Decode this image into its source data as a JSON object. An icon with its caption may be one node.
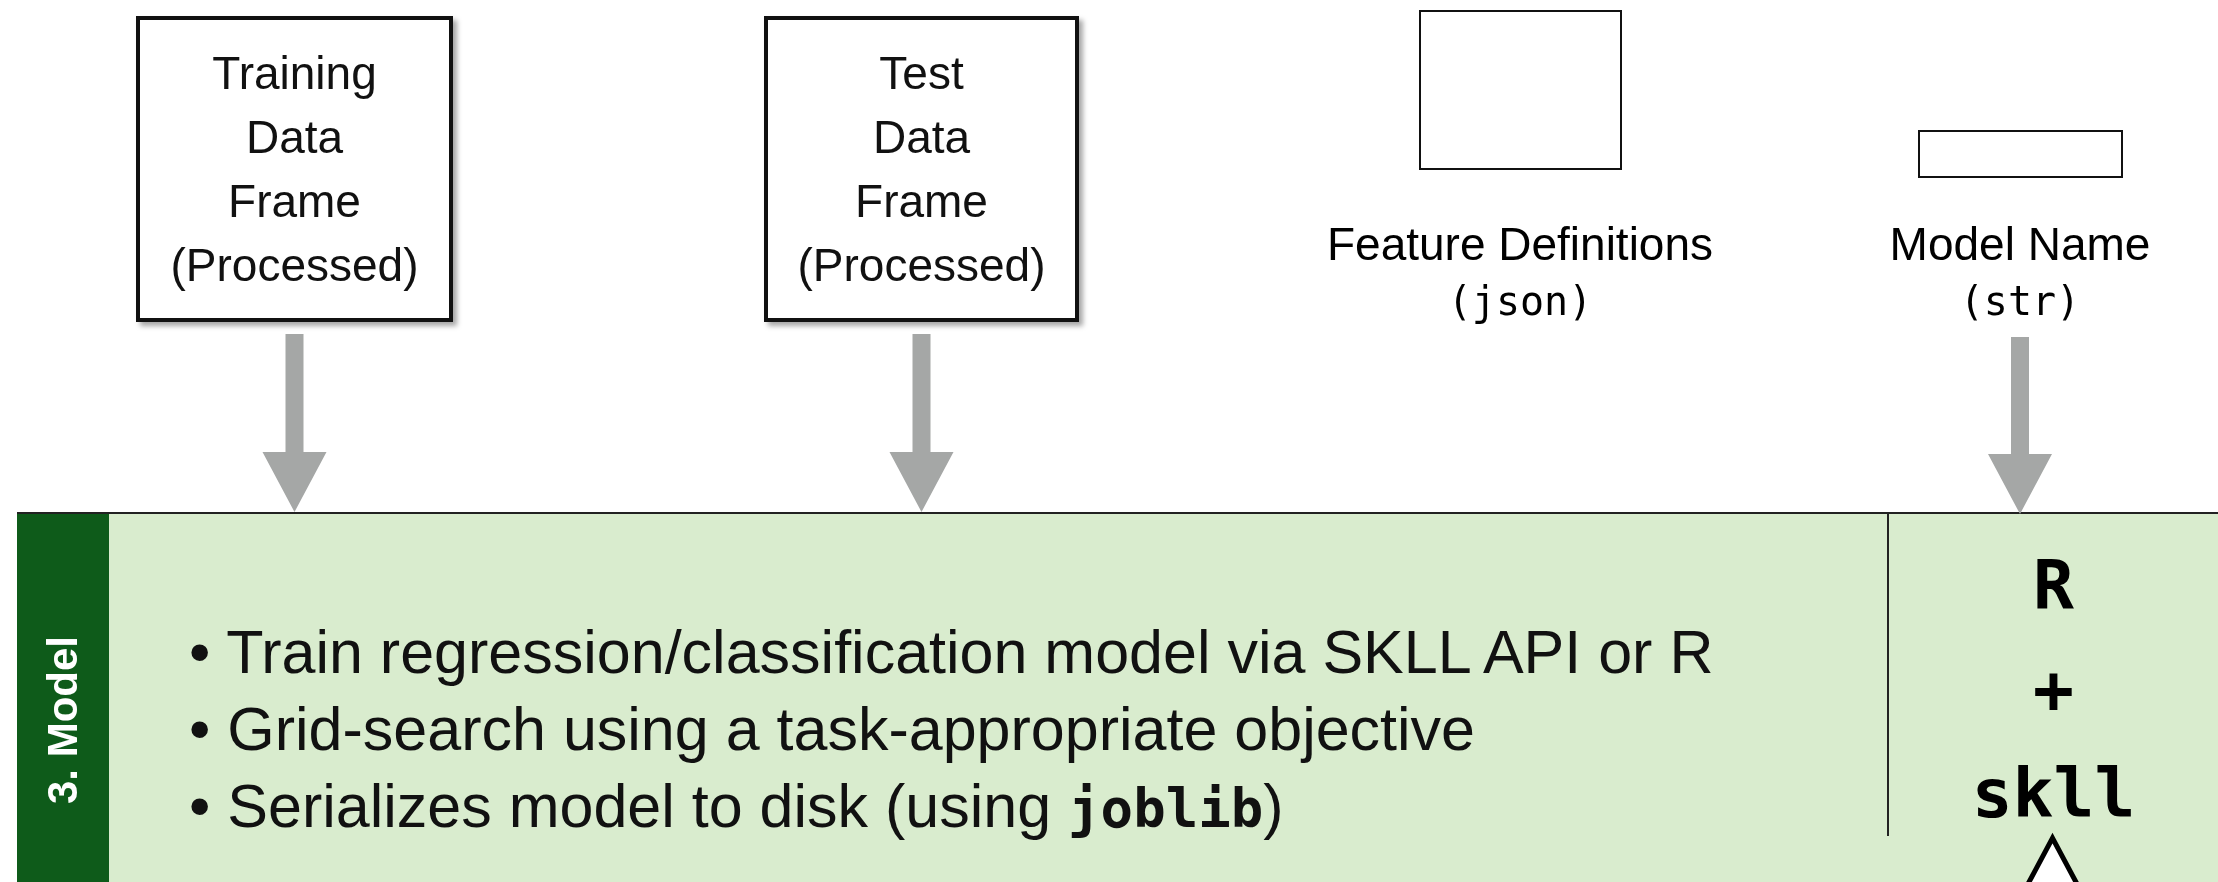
{
  "diagram": {
    "nodes": [
      {
        "text": [
          "Training Data Frame (Processed)"
        ]
      },
      {
        "text": [
          "Test Data Frame (Processed)"
        ]
      },
      {
        "text": [
          "Feature Definitions",
          "(json)"
        ]
      },
      {
        "text": [
          "Model Name",
          "(str)"
        ]
      },
      {
        "text": [
          "3. Model",
          "• Train regression/classification model via SKLL API or R",
          "• Grid-search using a task-appropriate objective",
          "• Serializes model to disk (using **joblib**)"
        ]
      },
      {
        "text": [
          "R + skll"
        ],
        "in": 4
      }
    ],
    "edges": [
      {
        "from": 0,
        "to": 4,
        "arrow": "to"
      },
      {
        "from": 1,
        "to": 4,
        "arrow": "to"
      },
      {
        "from": 3,
        "to": 5,
        "arrow": "to"
      },
      {
        "from": null,
        "to": 5,
        "arrow": "to",
        "color": "#ffffff"
      }
    ]
  }
}
